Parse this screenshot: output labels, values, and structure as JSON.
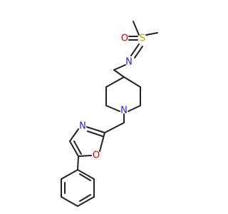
{
  "atoms": {
    "sulfur": "S",
    "sulfoximine_oxygen": "O",
    "imine_nitrogen": "N",
    "piperidine_nitrogen": "N",
    "oxazole_nitrogen": "N",
    "oxazole_oxygen": "O"
  },
  "colors": {
    "bond": "#222222",
    "sulfur": "#b5a300",
    "oxygen": "#e00000",
    "nitrogen": "#2222dd"
  }
}
